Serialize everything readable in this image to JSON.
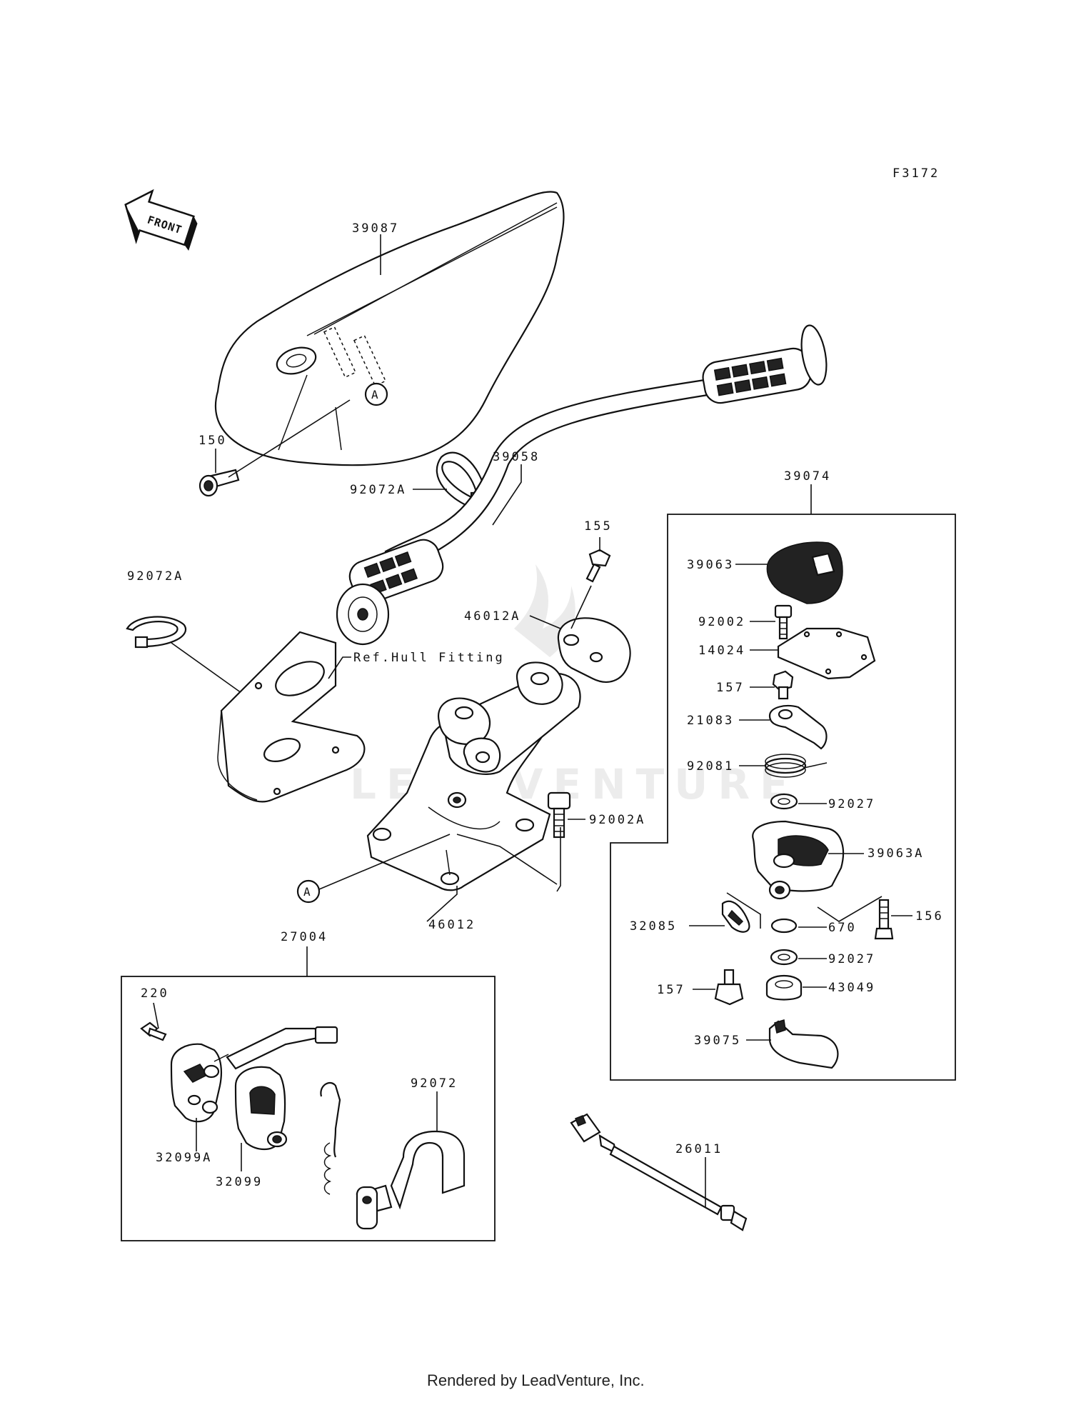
{
  "figure_code": "F3172",
  "front_label": "FRONT",
  "watermark": "LEADVENTURE",
  "footer": "Rendered by LeadVenture, Inc.",
  "reference_text": "Ref.Hull Fitting",
  "callout_letter": "A",
  "parts": {
    "p39087": "39087",
    "p150": "150",
    "p92072A_top": "92072A",
    "p39058": "39058",
    "p92072A_left": "92072A",
    "p155": "155",
    "p46012A": "46012A",
    "p92002A": "92002A",
    "p46012": "46012",
    "p39074": "39074",
    "p39063": "39063",
    "p92002": "92002",
    "p14024": "14024",
    "p157_top": "157",
    "p21083": "21083",
    "p92081": "92081",
    "p92027_top": "92027",
    "p39063A": "39063A",
    "p156": "156",
    "p32085": "32085",
    "p670": "670",
    "p92027_bot": "92027",
    "p157_bot": "157",
    "p43049": "43049",
    "p39075": "39075",
    "p27004": "27004",
    "p220": "220",
    "p92072": "92072",
    "p32099A": "32099A",
    "p32099": "32099",
    "p26011": "26011"
  }
}
